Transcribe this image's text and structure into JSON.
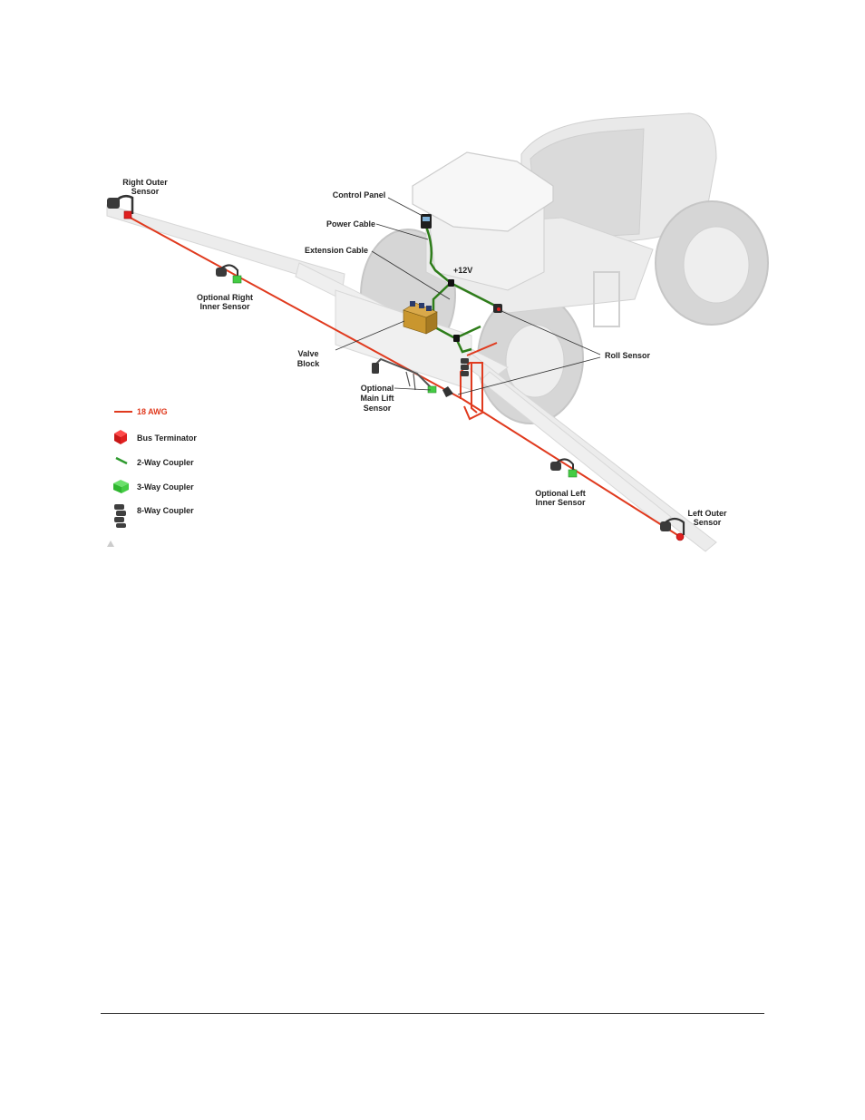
{
  "labels": {
    "right_outer_1": "Right Outer",
    "right_outer_2": "Sensor",
    "control_panel": "Control Panel",
    "power_cable": "Power Cable",
    "extension_cable": "Extension Cable",
    "plus12v": "+12V",
    "opt_right_inner_1": "Optional Right",
    "opt_right_inner_2": "Inner Sensor",
    "valve_block_1": "Valve",
    "valve_block_2": "Block",
    "roll_sensor": "Roll Sensor",
    "opt_main_lift_1": "Optional",
    "opt_main_lift_2": "Main Lift",
    "opt_main_lift_3": "Sensor",
    "opt_left_inner_1": "Optional Left",
    "opt_left_inner_2": "Inner Sensor",
    "left_outer_1": "Left Outer",
    "left_outer_2": "Sensor"
  },
  "legend": {
    "awg": "18 AWG",
    "bus_terminator": "Bus Terminator",
    "two_way": "2-Way Coupler",
    "three_way": "3-Way Coupler",
    "eight_way": "8-Way Coupler"
  },
  "colors": {
    "cable_18awg": "#e03a1e",
    "power_cable": "#2e7d1a",
    "bus_terminator": "#e02020",
    "three_way": "#44cc44",
    "machine": "#e8e8e8",
    "tire": "#d4d4d4"
  }
}
